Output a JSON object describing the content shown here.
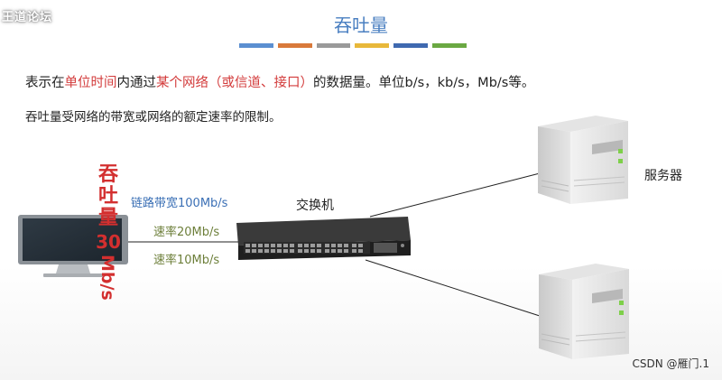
{
  "watermark": {
    "text": "王道论坛"
  },
  "title": "吞吐量",
  "title_bar_colors": [
    "#5b8fd1",
    "#d9793a",
    "#9a9a9a",
    "#e8b83a",
    "#3f69b0",
    "#6aa842"
  ],
  "definition": {
    "part1": "表示在",
    "highlight1": "单位时间",
    "part2": "内通过",
    "highlight2": "某个网络（或信道、接口）",
    "part3": "的数据量。单位b/s，kb/s，Mb/s等。"
  },
  "note": "吞吐量受网络的带宽或网络的额定速率的限制。",
  "diagram": {
    "link_bandwidth": "链路带宽100Mb/s",
    "rate_a": "速率20Mb/s",
    "rate_b": "速率10Mb/s",
    "switch_label": "交换机",
    "server_label": "服务器",
    "throughput_chars": [
      "吞",
      "吐",
      "量"
    ],
    "throughput_value": "30",
    "throughput_unit": "Mb/s"
  },
  "credit": "CSDN @雁门.1"
}
